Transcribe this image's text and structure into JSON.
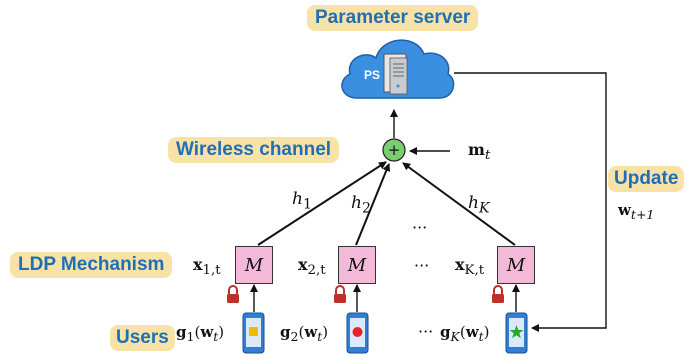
{
  "labels": {
    "parameter_server": "Parameter server",
    "wireless_channel": "Wireless channel",
    "update": "Update",
    "ldp_mechanism": "LDP Mechanism",
    "users": "Users",
    "ps": "PS"
  },
  "math": {
    "noise": "m",
    "noise_sub": "t",
    "update_vec": "w",
    "update_sub": "t+1",
    "mechanism": "M",
    "plus": "+",
    "ellipsis": "···"
  },
  "users": [
    {
      "id": "1",
      "x_sub": "1,t",
      "h": "h",
      "h_sub": "1",
      "g_sub": "1",
      "badge_color": "#f5b800",
      "badge": "square"
    },
    {
      "id": "2",
      "x_sub": "2,t",
      "h": "h",
      "h_sub": "2",
      "g_sub": "2",
      "badge_color": "#e8202a",
      "badge": "circle"
    },
    {
      "id": "K",
      "x_sub": "K,t",
      "h": "h",
      "h_sub": "K",
      "g_sub": "K",
      "badge_color": "#2aa530",
      "badge": "star"
    }
  ],
  "colors": {
    "tag_bg": "#f8e2a8",
    "tag_text": "#1f6fb6",
    "mechanism_fill": "#f4b8d8",
    "adder_fill": "#7ccc70",
    "cloud_fill": "#3a8fe0",
    "phone_body": "#2f7fd6",
    "lock": "#c0302a"
  }
}
